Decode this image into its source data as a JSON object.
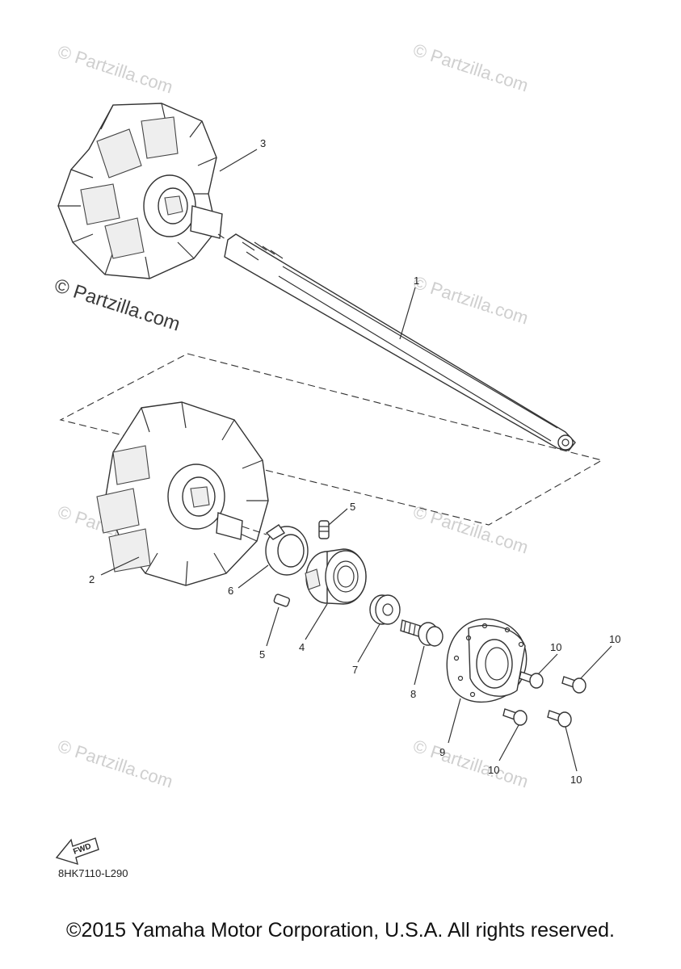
{
  "watermark_text": "© Partzilla.com",
  "diagram_code": "8HK7110-L290",
  "fwd_label": "FWD",
  "copyright": "©2015 Yamaha Motor Corporation, U.S.A. All rights reserved.",
  "callouts": {
    "p1": "1",
    "p2": "2",
    "p3": "3",
    "p4": "4",
    "p5a": "5",
    "p5b": "5",
    "p6": "6",
    "p7": "7",
    "p8": "8",
    "p9": "9",
    "p10a": "10",
    "p10b": "10",
    "p10c": "10",
    "p10d": "10"
  }
}
